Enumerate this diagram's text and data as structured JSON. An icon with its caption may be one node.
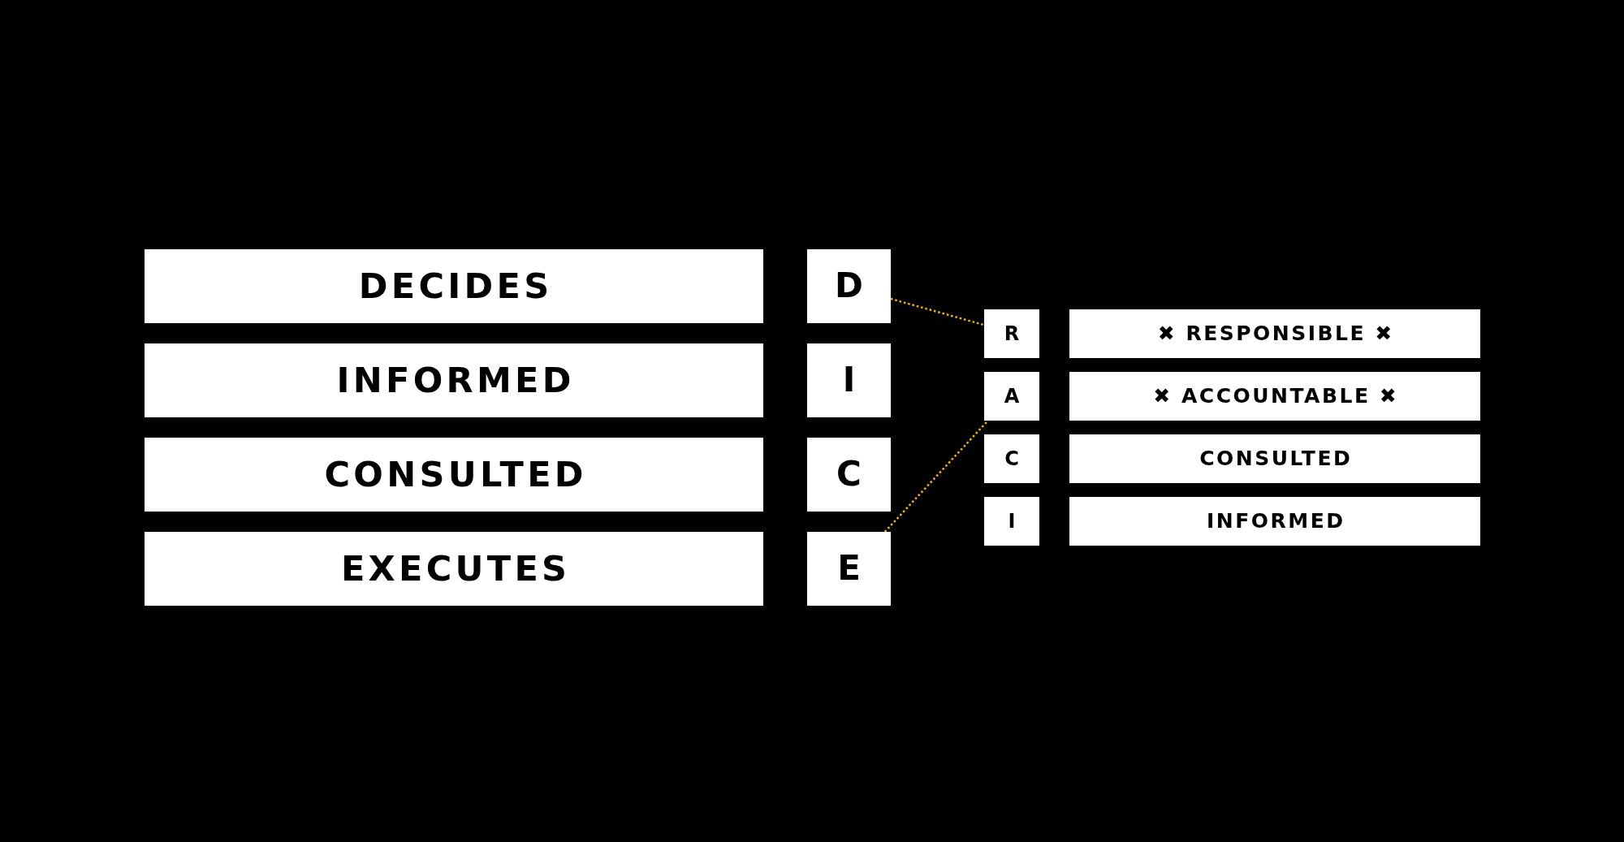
{
  "diagram": {
    "nodes": [
      {
        "text": [
          "DECIDES"
        ]
      },
      {
        "text": [
          "INFORMED"
        ]
      },
      {
        "text": [
          "CONSULTED"
        ]
      },
      {
        "text": [
          "EXECUTES"
        ]
      },
      {
        "text": [
          "D"
        ]
      },
      {
        "text": [
          "I"
        ]
      },
      {
        "text": [
          "C"
        ]
      },
      {
        "text": [
          "E"
        ]
      },
      {
        "text": [
          "R"
        ]
      },
      {
        "text": [
          "A"
        ]
      },
      {
        "text": [
          "C"
        ]
      },
      {
        "text": [
          "I"
        ]
      },
      {
        "text": [
          "✖ RESPONSIBLE ✖"
        ]
      },
      {
        "text": [
          "✖ ACCOUNTABLE ✖"
        ]
      },
      {
        "text": [
          "CONSULTED"
        ]
      },
      {
        "text": [
          "INFORMED"
        ]
      }
    ],
    "edges": [
      {
        "from": 4,
        "to": 8,
        "arrow": "none"
      },
      {
        "from": 7,
        "to": 9,
        "arrow": "none"
      }
    ]
  }
}
